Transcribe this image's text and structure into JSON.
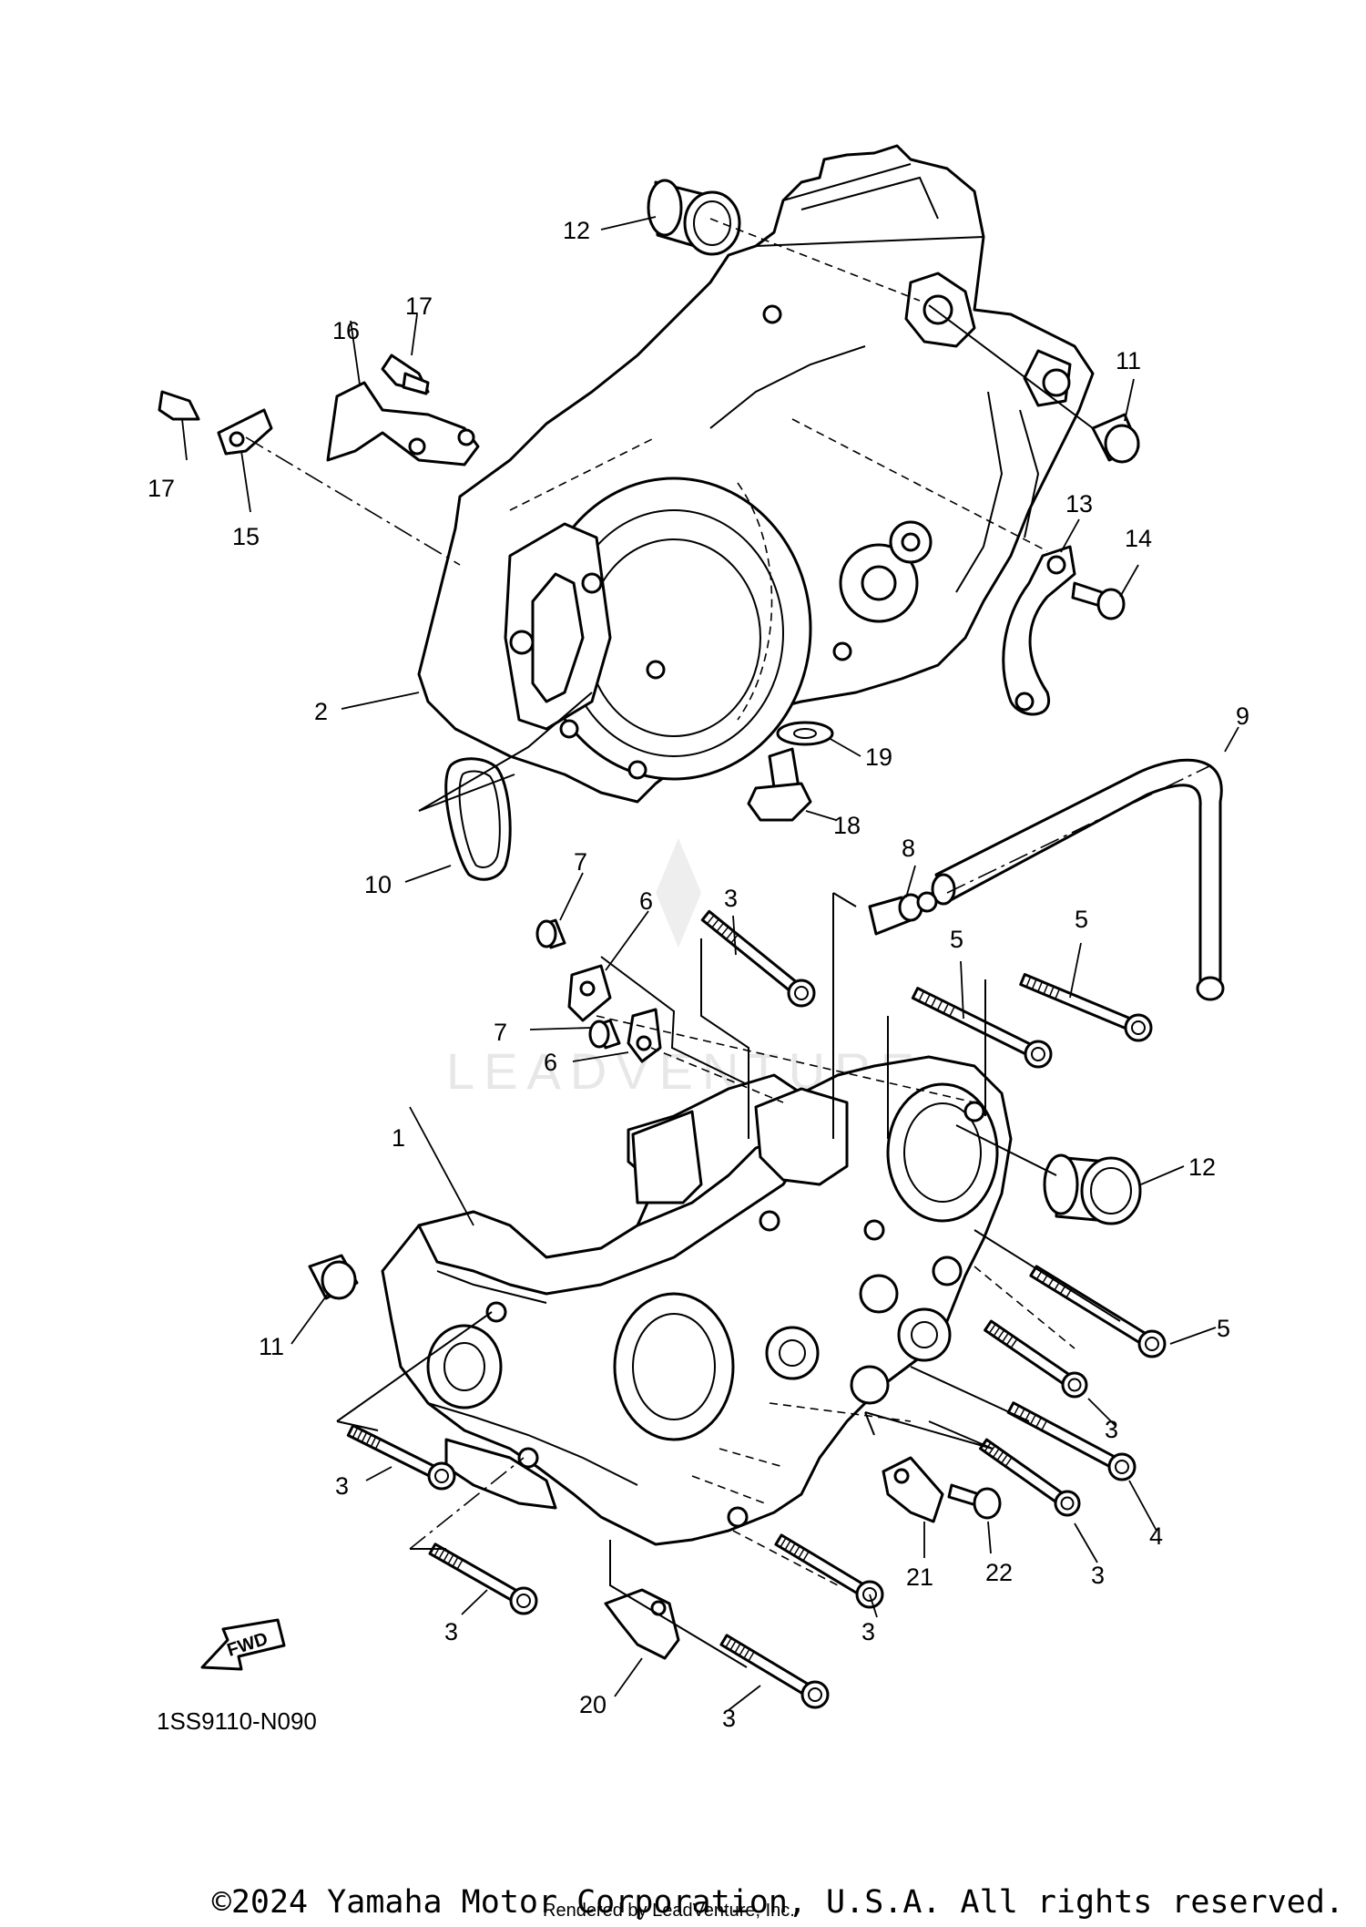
{
  "diagram": {
    "code": "1SS9110-N090",
    "fwd_label": "FWD",
    "watermark": "LEADVENTURE",
    "callouts": [
      {
        "id": "c1",
        "label": "1"
      },
      {
        "id": "c2",
        "label": "2"
      },
      {
        "id": "c3a",
        "label": "3"
      },
      {
        "id": "c3b",
        "label": "3"
      },
      {
        "id": "c3c",
        "label": "3"
      },
      {
        "id": "c3d",
        "label": "3"
      },
      {
        "id": "c3e",
        "label": "3"
      },
      {
        "id": "c3f",
        "label": "3"
      },
      {
        "id": "c3g",
        "label": "3"
      },
      {
        "id": "c4",
        "label": "4"
      },
      {
        "id": "c5a",
        "label": "5"
      },
      {
        "id": "c5b",
        "label": "5"
      },
      {
        "id": "c5c",
        "label": "5"
      },
      {
        "id": "c6a",
        "label": "6"
      },
      {
        "id": "c6b",
        "label": "6"
      },
      {
        "id": "c7a",
        "label": "7"
      },
      {
        "id": "c7b",
        "label": "7"
      },
      {
        "id": "c8",
        "label": "8"
      },
      {
        "id": "c9",
        "label": "9"
      },
      {
        "id": "c10",
        "label": "10"
      },
      {
        "id": "c11a",
        "label": "11"
      },
      {
        "id": "c11b",
        "label": "11"
      },
      {
        "id": "c12a",
        "label": "12"
      },
      {
        "id": "c12b",
        "label": "12"
      },
      {
        "id": "c13",
        "label": "13"
      },
      {
        "id": "c14",
        "label": "14"
      },
      {
        "id": "c15",
        "label": "15"
      },
      {
        "id": "c16",
        "label": "16"
      },
      {
        "id": "c17a",
        "label": "17"
      },
      {
        "id": "c17b",
        "label": "17"
      },
      {
        "id": "c18",
        "label": "18"
      },
      {
        "id": "c19",
        "label": "19"
      },
      {
        "id": "c20",
        "label": "20"
      },
      {
        "id": "c21",
        "label": "21"
      },
      {
        "id": "c22",
        "label": "22"
      }
    ]
  },
  "footer": {
    "copyright": "©2024 Yamaha Motor Corporation, U.S.A. All rights reserved.",
    "rendered_by": "Rendered by LeadVenture, Inc."
  }
}
